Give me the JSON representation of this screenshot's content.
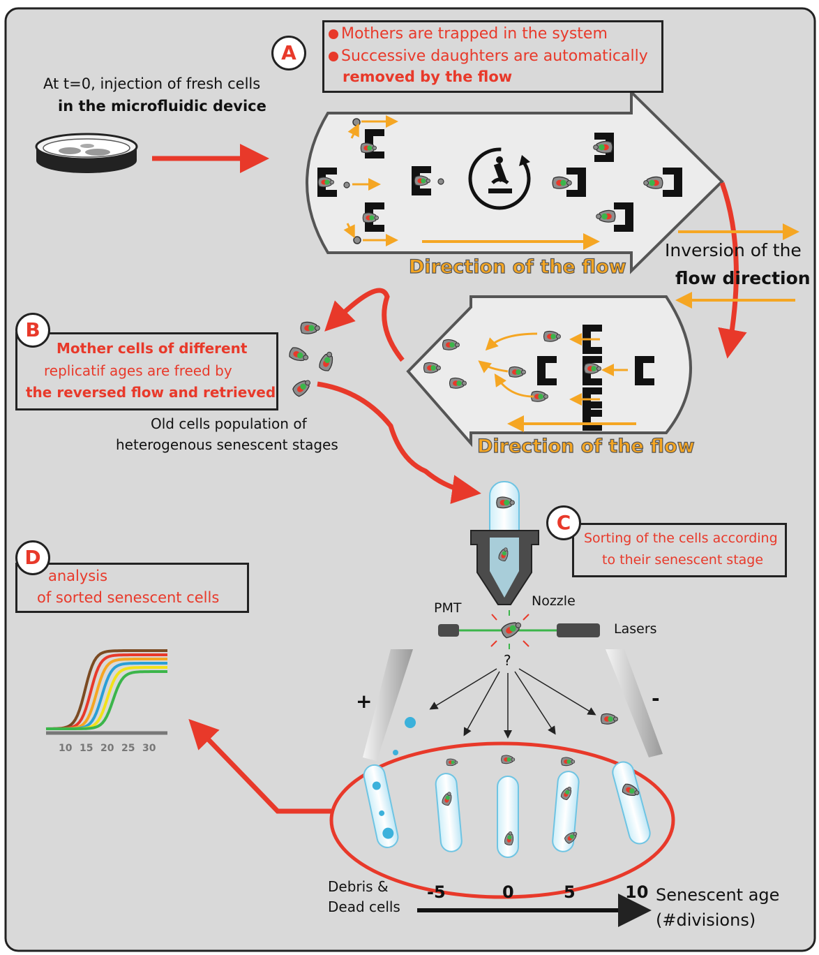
{
  "panel_a": {
    "badge": "A",
    "line1": "Mothers are trapped in the system",
    "line2": "Successive daughters are automatically",
    "line3": "removed by the flow"
  },
  "injection": {
    "line1": "At t=0, injection of fresh cells",
    "line2": "in the microfluidic device"
  },
  "flow_label": "Direction of the flow",
  "inversion": {
    "line1": "Inversion of the",
    "line2": "flow direction"
  },
  "panel_b": {
    "badge": "B",
    "line1": "Mother cells of different",
    "line2": "replicatif ages are freed by",
    "line3": "the reversed flow and retrieved"
  },
  "old_cells": {
    "line1": "Old cells population of",
    "line2": "heterogenous senescent stages"
  },
  "panel_c": {
    "badge": "C",
    "line1": "Sorting of the cells according",
    "line2": "to their senescent stage"
  },
  "panel_d": {
    "badge": "D",
    "line1": "analysis",
    "line2": "of sorted senescent cells"
  },
  "sorter": {
    "pmt": "PMT",
    "nozzle": "Nozzle",
    "lasers": "Lasers",
    "question": "?",
    "plus": "+",
    "minus": "-"
  },
  "age_axis": {
    "debris_line1": "Debris &",
    "debris_line2": "Dead cells",
    "ticks": [
      "-5",
      "0",
      "5",
      "10"
    ],
    "label_line1": "Senescent age",
    "label_line2": "(#divisions)"
  },
  "curve_plot": {
    "ticks": [
      "10",
      "15",
      "20",
      "25",
      "30"
    ],
    "curve_colors": [
      "#7b4a22",
      "#e8392a",
      "#f5a623",
      "#2a9fd6",
      "#f2e21a",
      "#3bb54a"
    ]
  },
  "colors": {
    "accent_red": "#e8392a",
    "flow_orange": "#f5a623",
    "background": "#d9d9d9"
  }
}
